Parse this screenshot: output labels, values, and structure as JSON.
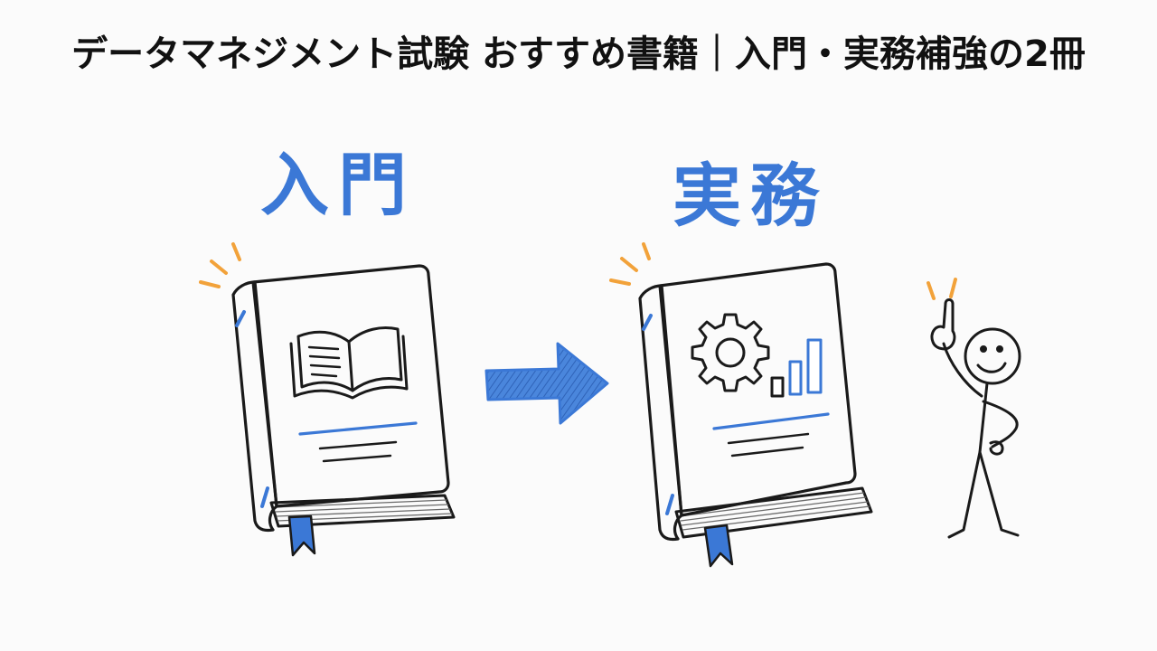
{
  "title": "データマネジメント試験 おすすめ書籍｜入門・実務補強の2冊",
  "labels": {
    "intro": "入門",
    "practice": "実務"
  },
  "colors": {
    "accent": "#3b78d6",
    "ink": "#1a1a1a",
    "sparkle": "#f2a23a",
    "background": "#fbfbfb"
  },
  "icons": {
    "intro_cover": "open-book-icon",
    "practice_cover_gear": "gear-icon",
    "practice_cover_chart": "bar-chart-icon",
    "arrow": "arrow-right-icon",
    "person": "stick-figure-pointing-up"
  }
}
